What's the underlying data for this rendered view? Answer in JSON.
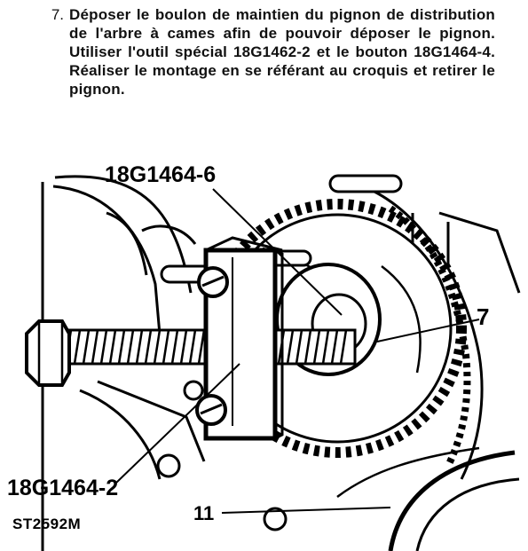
{
  "instruction": {
    "number": "7.",
    "text": "Déposer le boulon de maintien du pignon de distribution de l'arbre à cames afin de pouvoir déposer le pignon. Utiliser l'outil spécial 18G1462-2 et le bouton 18G1464-4. Réaliser le montage en se référant au croquis et retirer le pignon."
  },
  "figure": {
    "labels": {
      "tool_top": "18G1464-6",
      "gear": "7",
      "tool_bottom": "18G1464-2",
      "belt": "11",
      "reference": "ST2592M"
    }
  }
}
